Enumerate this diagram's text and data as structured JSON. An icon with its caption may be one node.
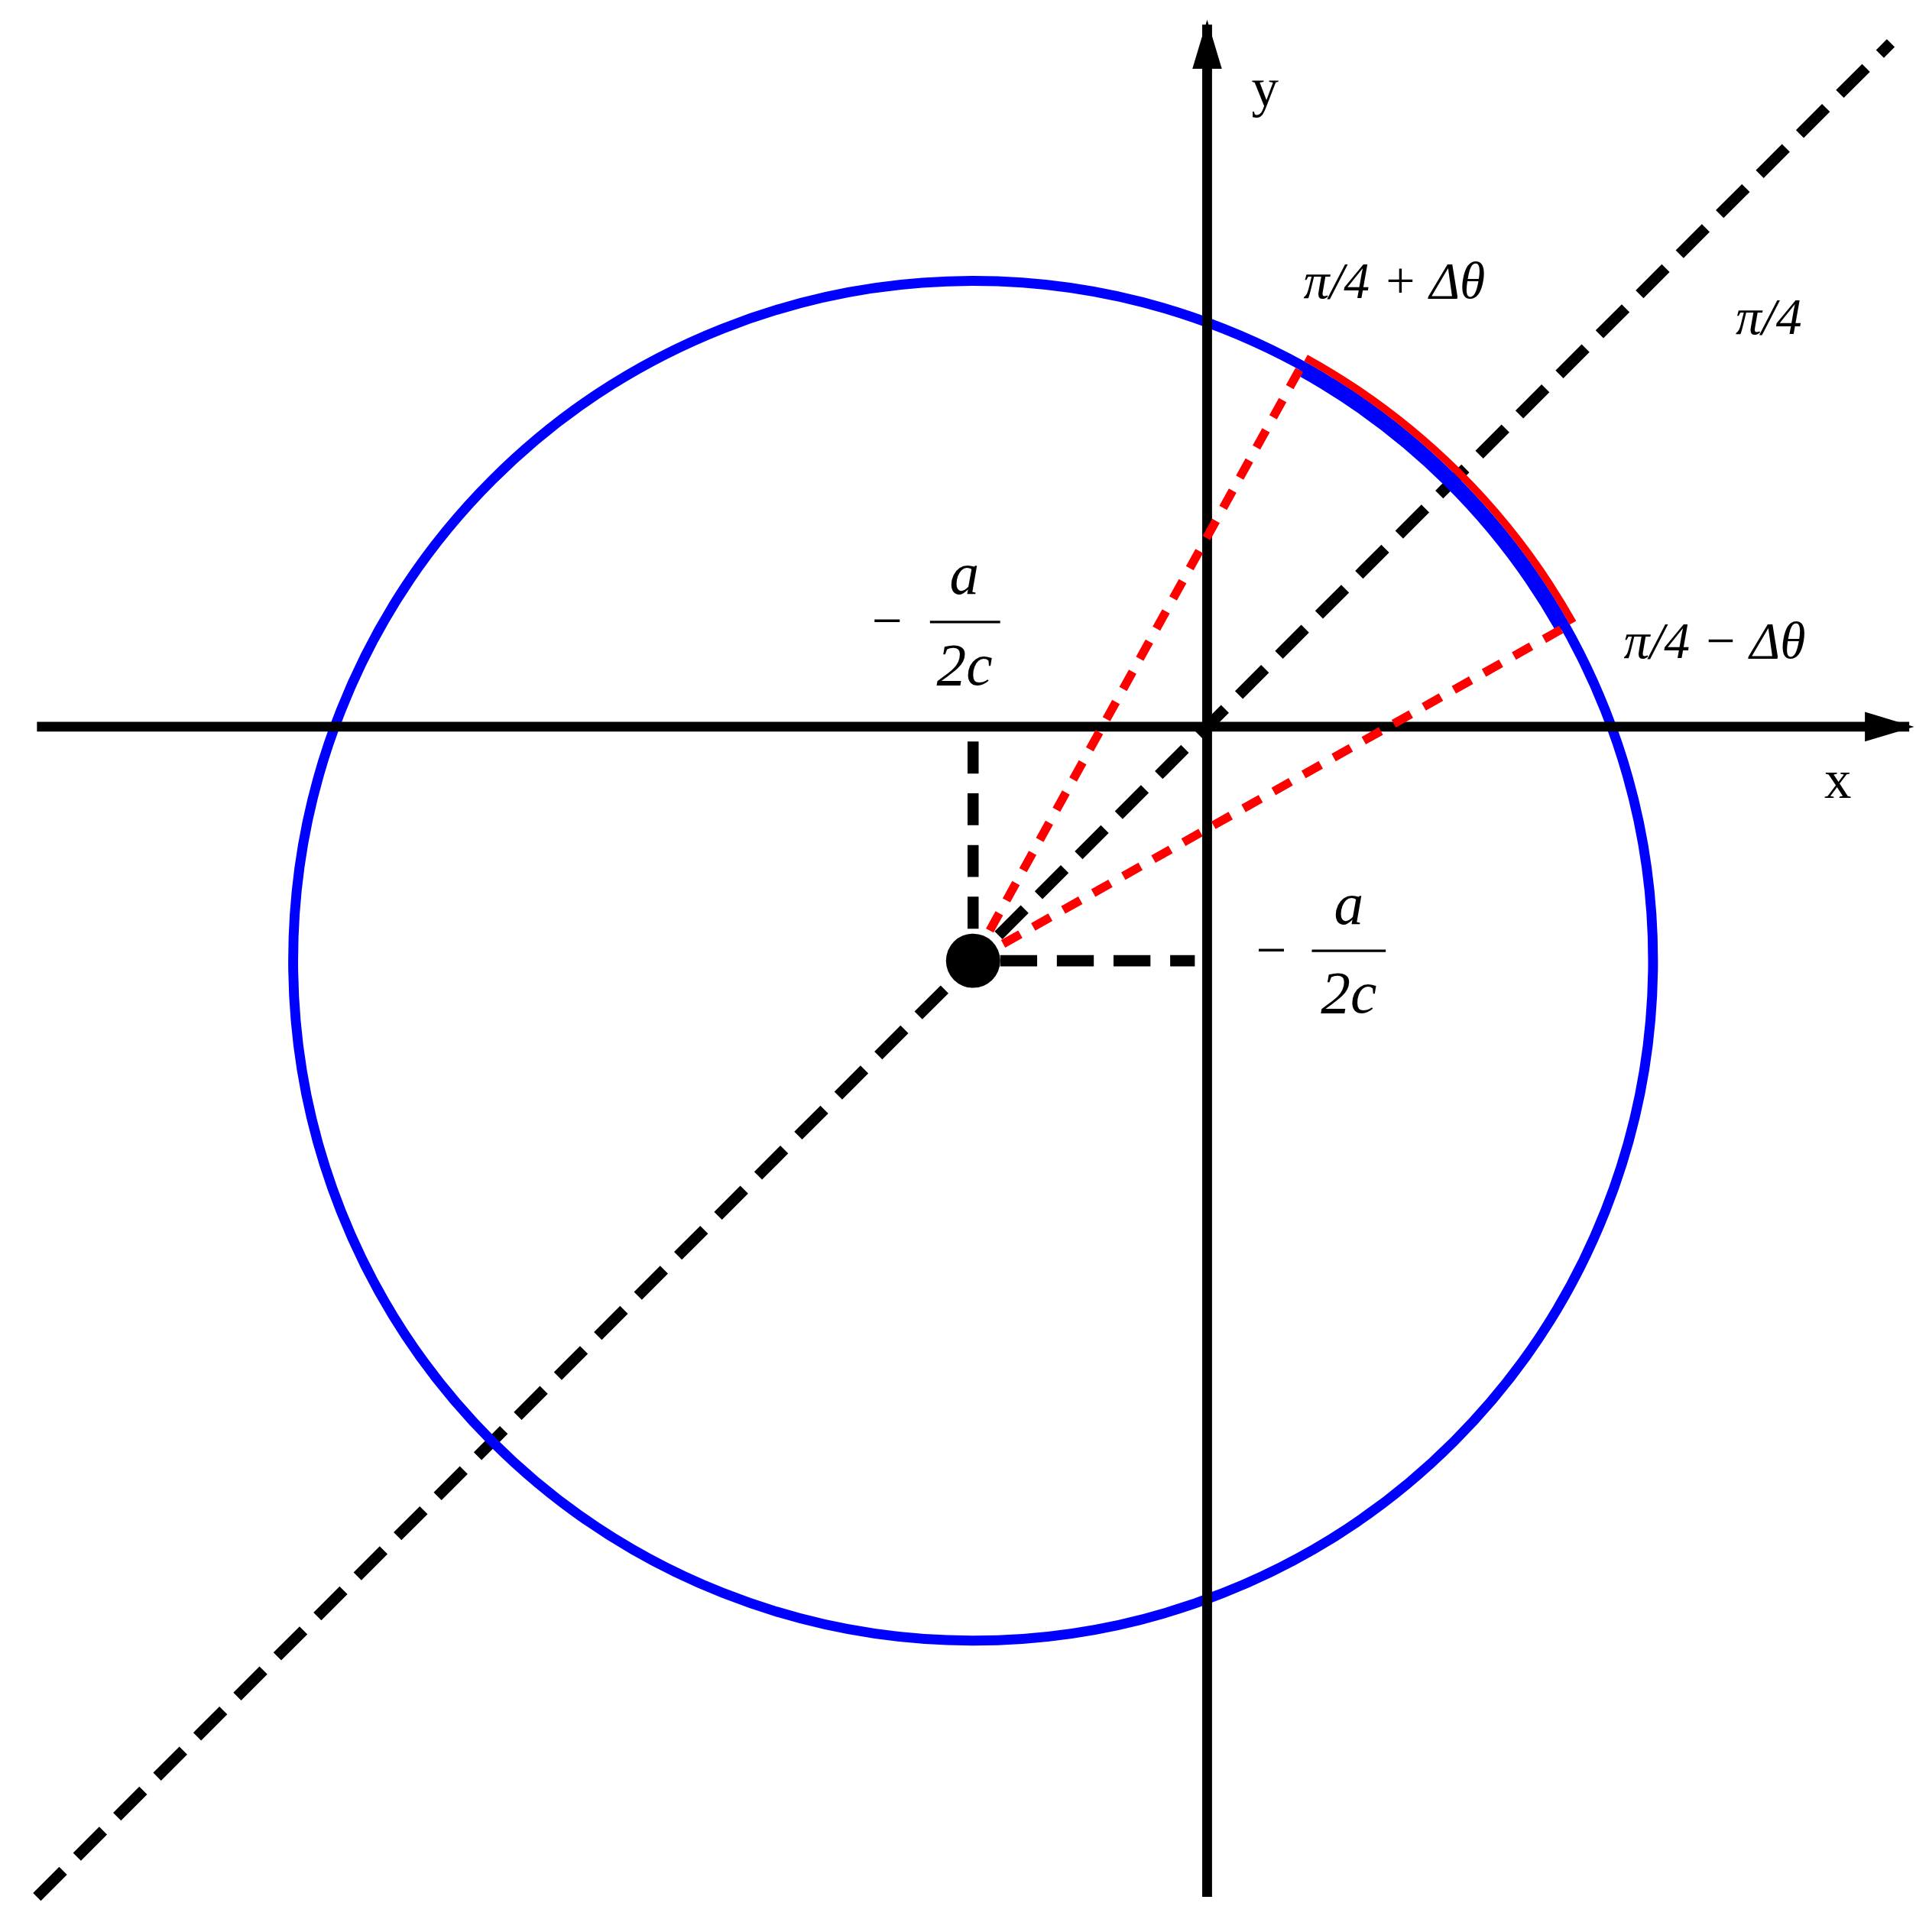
{
  "diagram": {
    "labels": [
      "y",
      "π/4 + Δθ",
      "π/4",
      "−",
      "a",
      "2c",
      "π/4 − Δθ",
      "x",
      "−",
      "a",
      "2c"
    ]
  }
}
